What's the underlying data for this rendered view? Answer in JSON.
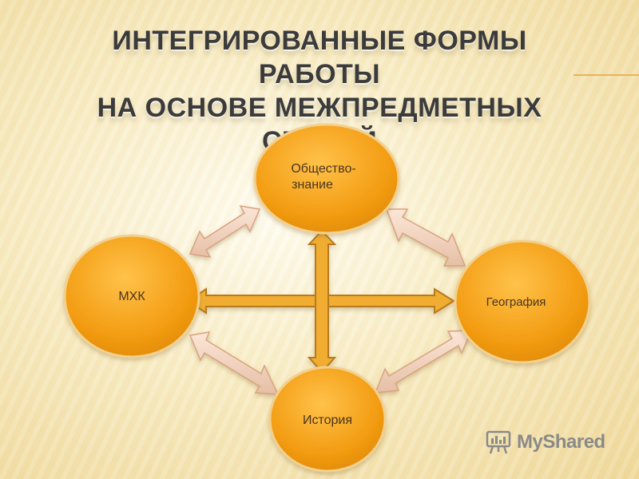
{
  "title": {
    "line1": "ИНТЕГРИРОВАННЫЕ ФОРМЫ РАБОТЫ",
    "line2": "НА ОСНОВЕ МЕЖПРЕДМЕТНЫХ СВЯЗЕЙ"
  },
  "nodes": {
    "obshchestvo_line1": "Общество-",
    "obshchestvo_line2": "знание",
    "mhk": "МХК",
    "geografiya": "География",
    "istoriya": "История"
  },
  "colors": {
    "node_fill": "#f3a21f",
    "node_stroke": "#e7c27a",
    "diag_arrow_fill": "#f1d5c2",
    "main_arrow_fill": "#f0ad33"
  },
  "logo": {
    "text": "MyShared",
    "icon": "presentation-board-icon"
  }
}
